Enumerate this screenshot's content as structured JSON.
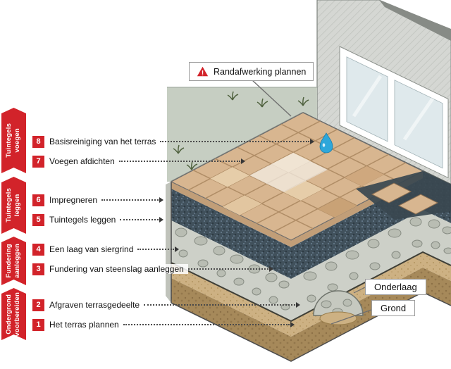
{
  "palette": {
    "accent_red": "#d2232a",
    "tile": "#d8b690",
    "gravel_dark": "#41515c",
    "stone_gray": "#cdd0c8",
    "sand": "#cdb183",
    "soil": "#a6895a",
    "grass": "#c6cec2",
    "water_blue": "#2ea7da"
  },
  "icons": {
    "warning": "warning-triangle-icon",
    "water": "water-drop-icon"
  },
  "sidebar": {
    "groups": [
      {
        "label": "Tuintegels\nvoegen"
      },
      {
        "label": "Tuintegels\nleggen"
      },
      {
        "label": "Fundering\naanleggen"
      },
      {
        "label": "Ondergrond\nvoorbereiden"
      }
    ]
  },
  "steps": [
    {
      "num": "8",
      "label": "Basisreiniging van het terras"
    },
    {
      "num": "7",
      "label": "Voegen afdichten"
    },
    {
      "num": "6",
      "label": "Impregneren"
    },
    {
      "num": "5",
      "label": "Tuintegels leggen"
    },
    {
      "num": "4",
      "label": "Een laag van siergrind"
    },
    {
      "num": "3",
      "label": "Fundering van steenslag aanleggen"
    },
    {
      "num": "2",
      "label": "Afgraven terrasgedeelte"
    },
    {
      "num": "1",
      "label": "Het terras plannen"
    }
  ],
  "callouts": {
    "warning_label": "Randafwerking plannen",
    "warning_icon_glyph": "!",
    "underlayer_label": "Onderlaag",
    "ground_label": "Grond"
  }
}
